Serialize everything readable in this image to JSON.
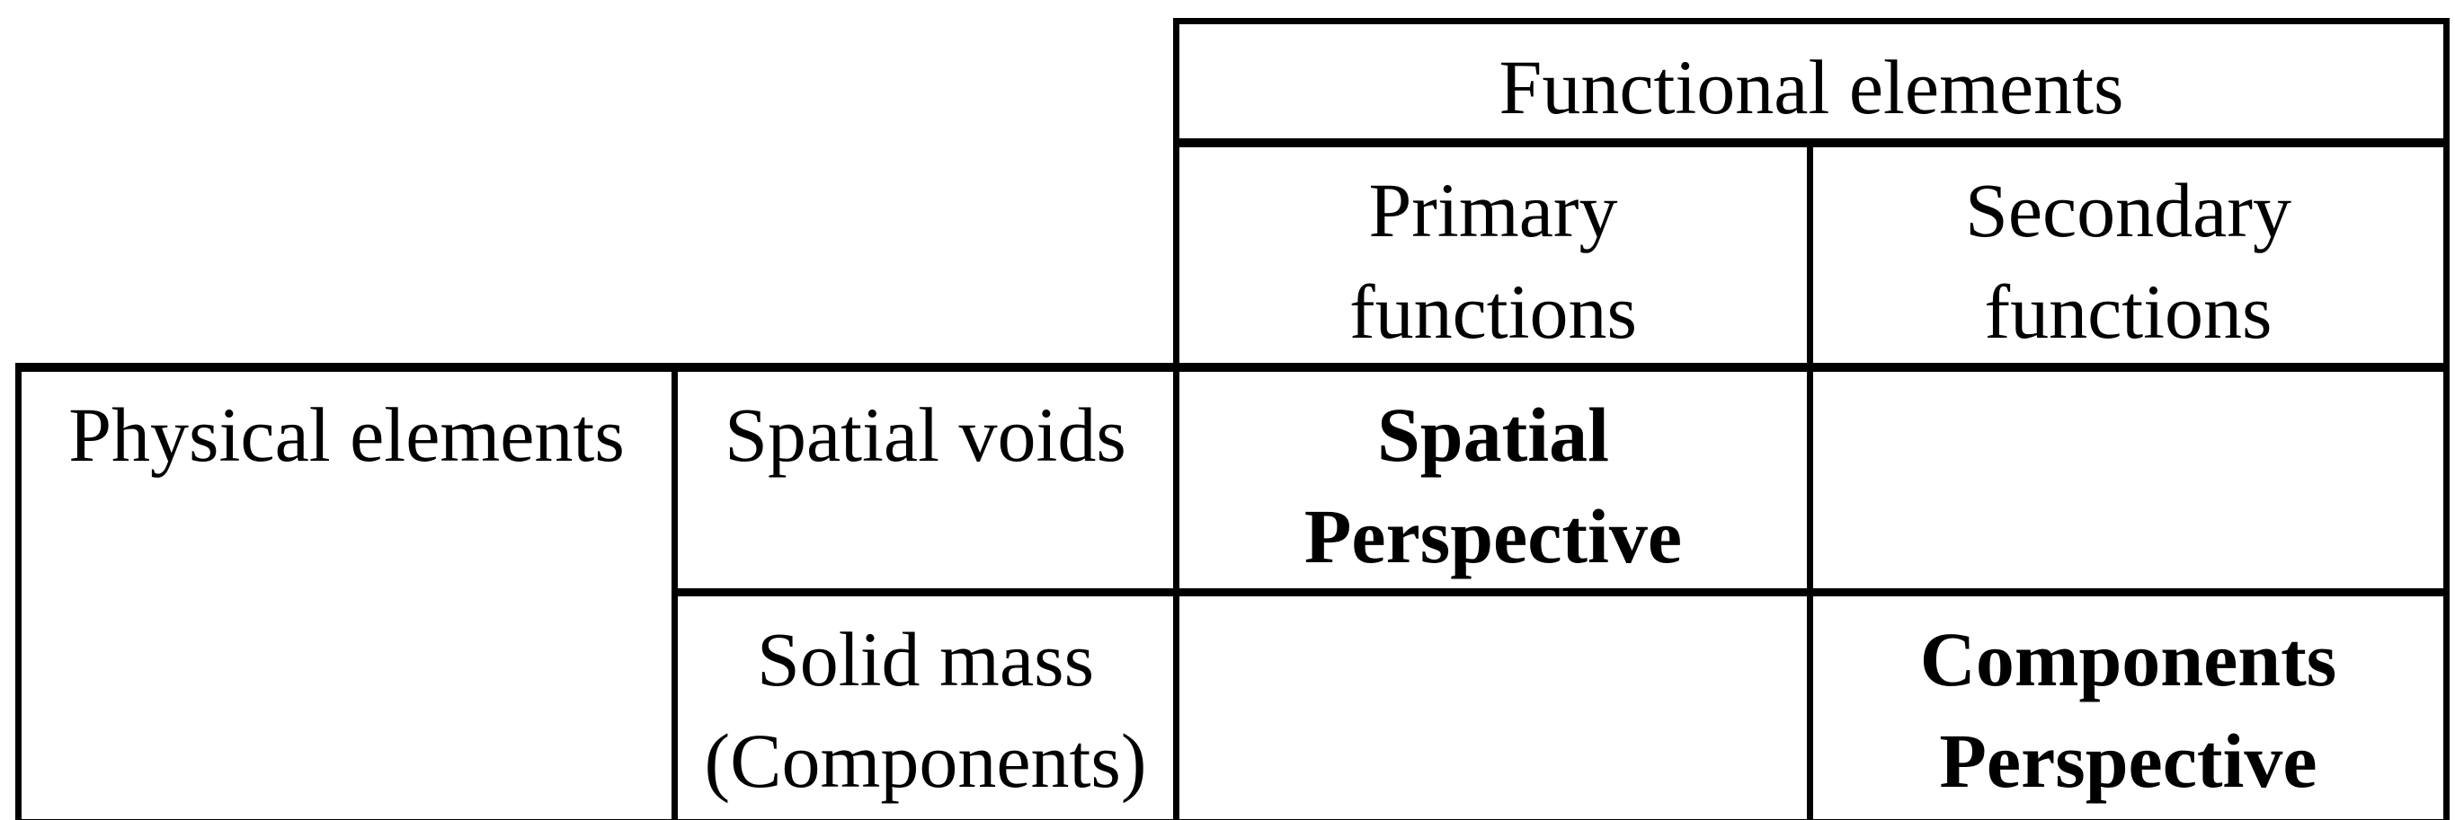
{
  "table": {
    "functional_elements_header": "Functional elements",
    "column_headers": [
      {
        "line1": "Primary",
        "line2": "functions"
      },
      {
        "line1": "Secondary",
        "line2": "functions"
      }
    ],
    "physical_elements_header": "Physical elements",
    "row_headers": [
      {
        "line1": "Spatial voids"
      },
      {
        "line1": "Solid mass",
        "line2": "(Components)"
      }
    ],
    "body_cells": {
      "spatial_primary": {
        "line1": "Spatial",
        "line2": "Perspective"
      },
      "spatial_secondary": "",
      "solid_primary": "",
      "solid_secondary": {
        "line1": "Components",
        "line2": "Perspective"
      }
    }
  },
  "colors": {
    "border": "#000000",
    "text": "#000000",
    "background": "#ffffff"
  }
}
